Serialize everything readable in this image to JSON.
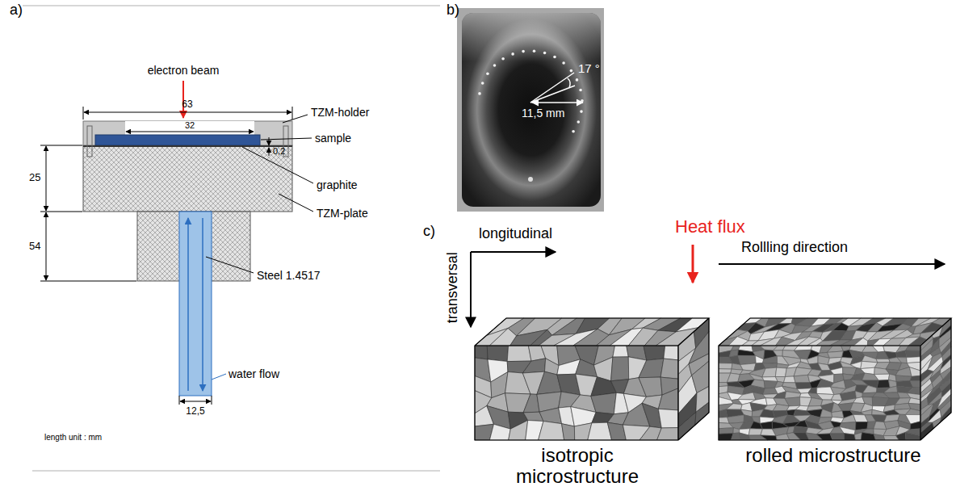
{
  "diagram": {
    "labels": [
      "a)",
      "b)",
      "c)",
      "electron beam",
      "63",
      "32",
      "TZM-holder",
      "sample",
      "0,2",
      "graphite",
      "25",
      "TZM-plate",
      "54",
      "Steel 1.4517",
      "water flow",
      "12,5",
      "length unit : mm",
      "17 °",
      "11,5 mm",
      "longitudinal",
      "transversal",
      "Heat flux",
      "Rollling direction",
      "isotropic microstructure",
      "rolled microstructure"
    ]
  }
}
